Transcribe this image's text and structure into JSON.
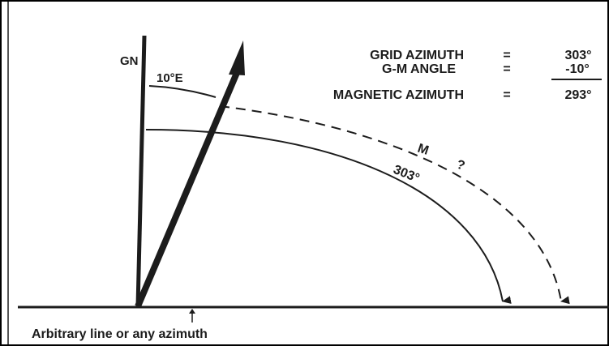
{
  "diagram": {
    "north_label": "GN",
    "declination_label": "10°E",
    "grid_angle_label": "303°",
    "magnetic_label": "M",
    "unknown_label": "?",
    "baseline_label": "Arbitrary line or any azimuth"
  },
  "equations": {
    "rows": [
      {
        "label": "GRID AZIMUTH",
        "operator": "=",
        "value": "303°"
      },
      {
        "label": "G-M ANGLE",
        "operator": "=",
        "value": "-10°"
      },
      {
        "label": "MAGNETIC AZIMUTH",
        "operator": "=",
        "value": "293°"
      }
    ]
  },
  "colors": {
    "ink": "#1c1c1c",
    "frame": "#000000",
    "background": "#ffffff"
  }
}
